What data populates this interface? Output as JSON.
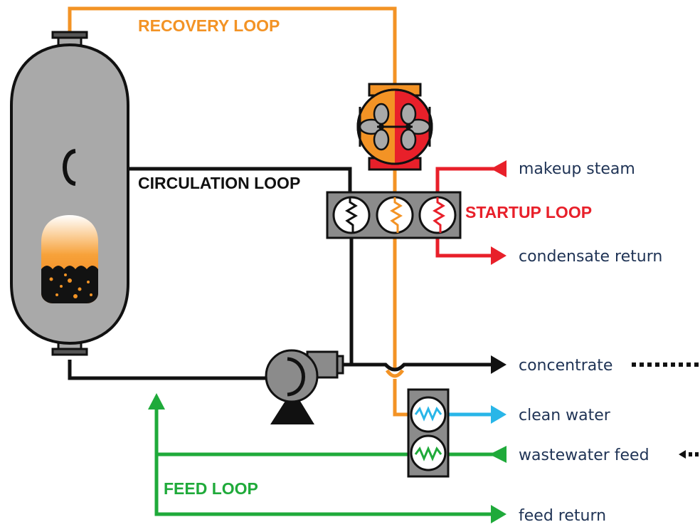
{
  "loops": {
    "recovery": "RECOVERY LOOP",
    "circulation": "CIRCULATION LOOP",
    "startup": "STARTUP LOOP",
    "feed": "FEED LOOP"
  },
  "ports": {
    "makeup_steam": "makeup steam",
    "condensate_return": "condensate return",
    "concentrate": "concentrate",
    "clean_water": "clean water",
    "wastewater_feed": "wastewater feed",
    "feed_return": "feed return"
  },
  "colors": {
    "recovery": "#f39325",
    "circulation": "#111111",
    "startup": "#e8202a",
    "feed": "#1faa3a",
    "clean_water": "#29b6e8",
    "vessel": "#a9a9a9",
    "label_text": "#1f3355"
  },
  "icons": [
    "evaporator-vessel-icon",
    "compressor-icon",
    "heat-exchanger-icon",
    "pump-icon",
    "arrow-icon"
  ]
}
